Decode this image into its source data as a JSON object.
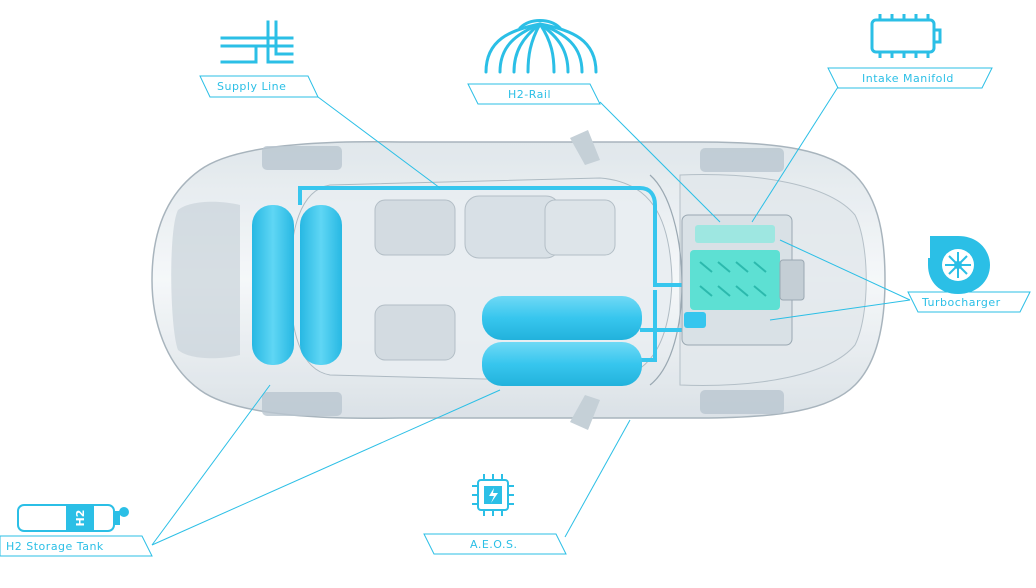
{
  "colors": {
    "accent": "#2bbfe6",
    "tank_fill": "#37c6ee",
    "engine": "#4fe0d0",
    "body_line": "#9aa8b2"
  },
  "labels": {
    "supply_line": "Supply Line",
    "h2_rail": "H2-Rail",
    "intake_manifold": "Intake Manifold",
    "turbocharger": "Turbocharger",
    "h2_storage_tank": "H2 Storage Tank",
    "aeos": "A.E.O.S."
  },
  "icons": {
    "supply_line": "pipes-icon",
    "h2_rail": "rail-icon",
    "intake_manifold": "manifold-icon",
    "turbocharger": "turbo-icon",
    "h2_storage_tank": "h2-tank-icon",
    "aeos": "chip-icon"
  },
  "tank_icon_text": "H2"
}
